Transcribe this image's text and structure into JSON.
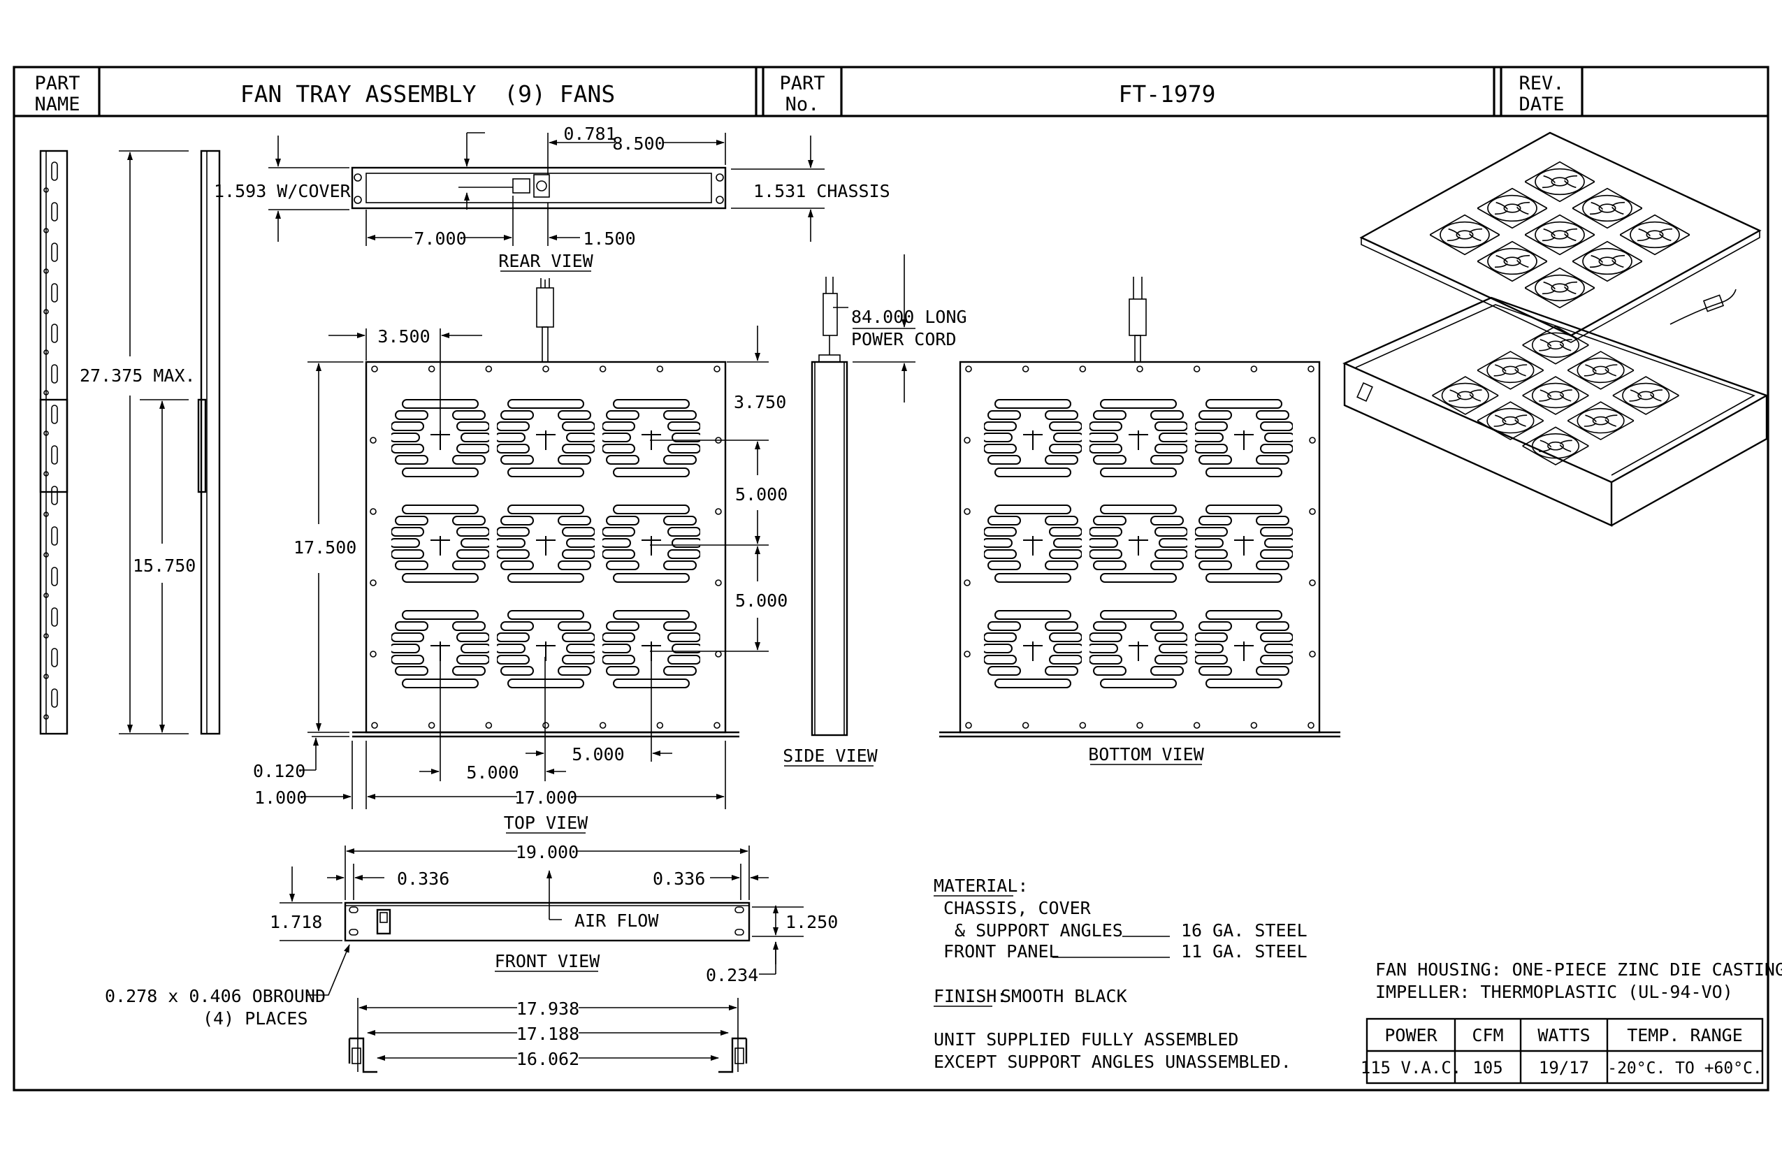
{
  "title_block": {
    "part_name_label": "PART NAME",
    "part_name_label_l1": "PART",
    "part_name_label_l2": "NAME",
    "part_name": "FAN TRAY ASSEMBLY  (9) FANS",
    "part_no_label_l1": "PART",
    "part_no_label_l2": "No.",
    "part_no": "FT-1979",
    "rev_label": "REV.",
    "date_label": "DATE"
  },
  "views": {
    "rear": "REAR VIEW",
    "top": "TOP VIEW",
    "side": "SIDE VIEW",
    "bottom": "BOTTOM VIEW",
    "front": "FRONT VIEW"
  },
  "dims": {
    "d0781": "0.781",
    "d8500": "8.500",
    "d1593": "1.593 W/COVER",
    "d1531": "1.531 CHASSIS",
    "d7000": "7.000",
    "d1500": "1.500",
    "d3500": "3.500",
    "d3750": "3.750",
    "d5000a": "5.000",
    "d5000b": "5.000",
    "d17500": "17.500",
    "d27375": "27.375 MAX.",
    "d15750": "15.750",
    "d0120": "0.120",
    "d1000": "1.000",
    "d5000c": "5.000",
    "d5000d": "5.000",
    "d17000": "17.000",
    "cord_l1": "84.000 LONG",
    "cord_l2": "POWER CORD",
    "d19000": "19.000",
    "d0336a": "0.336",
    "d0336b": "0.336",
    "d1718": "1.718",
    "d1250": "1.250",
    "air_flow": "AIR FLOW",
    "d0234": "0.234",
    "obround_l1": "0.278 x 0.406 OBROUND",
    "obround_l2": "(4) PLACES",
    "d17938": "17.938",
    "d17188": "17.188",
    "d16062": "16.062"
  },
  "notes": {
    "material_heading": "MATERIAL:",
    "material_l1": "CHASSIS, COVER",
    "material_l2": "& SUPPORT ANGLES",
    "material_l2_value": "16 GA. STEEL",
    "material_l3": "FRONT PANEL",
    "material_l3_value": "11 GA. STEEL",
    "finish_heading": "FINISH:",
    "finish_value": "SMOOTH BLACK",
    "supply_l1": "UNIT SUPPLIED FULLY ASSEMBLED",
    "supply_l2": "EXCEPT SUPPORT ANGLES UNASSEMBLED.",
    "housing_l1": "FAN HOUSING: ONE-PIECE ZINC DIE CASTING",
    "housing_l2": "IMPELLER: THERMOPLASTIC (UL-94-VO)"
  },
  "spec_table": {
    "headers": [
      "POWER",
      "CFM",
      "WATTS",
      "TEMP. RANGE"
    ],
    "values": [
      "115 V.A.C.",
      "105",
      "19/17",
      "-20°C. TO +60°C."
    ]
  }
}
